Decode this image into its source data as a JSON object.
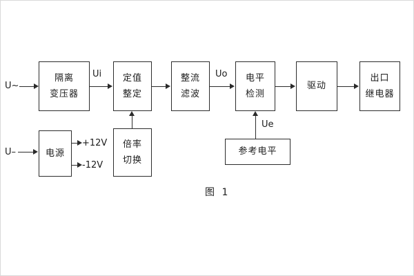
{
  "diagram": {
    "caption": "图 1",
    "colors": {
      "ink": "#1c1c1c",
      "background": "#ffffff"
    },
    "signal_labels": {
      "u_ac": "U~",
      "u_dc": "U–",
      "ui": "Ui",
      "uo": "Uo",
      "ue": "Ue",
      "v_pos": "+12V",
      "v_neg": "-12V"
    },
    "blocks": {
      "isolation_transformer": {
        "line1": "隔离",
        "line2": "变压器"
      },
      "setpoint_setting": {
        "line1": "定值",
        "line2": "整定"
      },
      "rectify_filter": {
        "line1": "整流",
        "line2": "滤波"
      },
      "level_detection": {
        "line1": "电平",
        "line2": "检测"
      },
      "driver": {
        "line1": "驱动"
      },
      "output_relay": {
        "line1": "出口",
        "line2": "继电器"
      },
      "power_supply": {
        "line1": "电源"
      },
      "ratio_switch": {
        "line1": "倍率",
        "line2": "切换"
      },
      "reference_level": {
        "line1": "参考电平"
      }
    }
  }
}
